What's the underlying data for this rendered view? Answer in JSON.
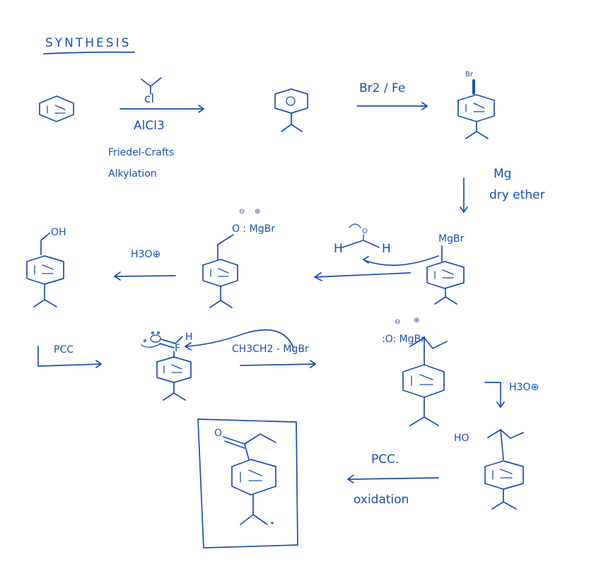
{
  "title": "SYNTHESIS",
  "step1": {
    "reagent_top": "cl",
    "reagent_bottom": "AlCl3",
    "reaction_line1": "Friedel-Crafts",
    "reaction_line2": "Alkylation"
  },
  "step2": {
    "reagent": "Br2 / Fe",
    "substituent": "Br"
  },
  "step3": {
    "reagent_line1": "Mg",
    "reagent_line2": "dry ether",
    "substituent": "MgBr"
  },
  "step4": {
    "formaldehyde_O": "O",
    "formaldehyde_H_left": "H",
    "formaldehyde_H_right": "H",
    "alkoxide_label": "O : MgBr",
    "minus": "⊖",
    "plus": "⊕"
  },
  "step5": {
    "reagent": "H3O⊕",
    "product_group": "OH"
  },
  "step6": {
    "reagent": "PCC",
    "aldehyde_H": "H"
  },
  "step7": {
    "reagent": "CH3CH2 - MgBr",
    "alkoxide_label": ":O:  MgBr",
    "minus": "⊖",
    "plus": "⊕"
  },
  "step8": {
    "reagent": "H3O⊕",
    "product_group": "HO"
  },
  "step9": {
    "reagent": "PCC.",
    "reaction": "oxidation"
  },
  "final_product": {
    "carbonyl_O": "O"
  },
  "colors": {
    "ink": "#1a4fb0",
    "background": "#ffffff"
  }
}
